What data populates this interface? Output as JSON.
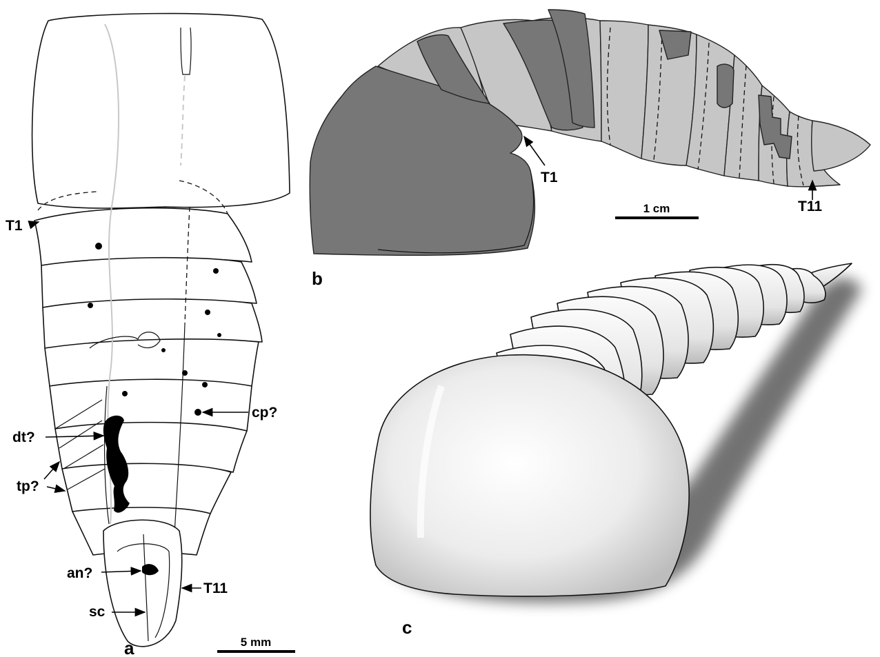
{
  "panels": {
    "a": {
      "label": "a",
      "scale_bar": "5 mm",
      "annotations": {
        "t1": "T1",
        "cp": "cp?",
        "dt": "dt?",
        "tp": "tp?",
        "an": "an?",
        "t11": "T11",
        "sc": "sc"
      }
    },
    "b": {
      "label": "b",
      "scale_bar": "1 cm",
      "annotations": {
        "t1": "T1",
        "t11": "T11"
      }
    },
    "c": {
      "label": "c"
    }
  },
  "colors": {
    "dark_fill": "#777777",
    "light_fill": "#c6c6c6",
    "outline": "#111111"
  }
}
